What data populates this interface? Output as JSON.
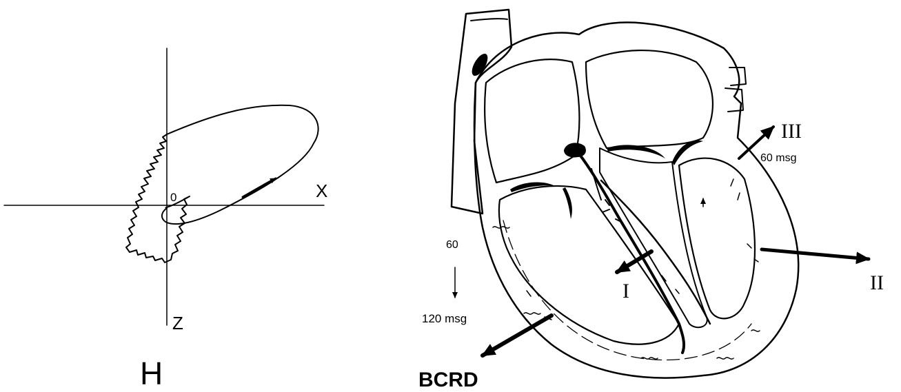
{
  "left_panel": {
    "origin_label": "0",
    "x_axis_label": "X",
    "z_axis_label": "Z",
    "plane_label": "H"
  },
  "right_panel": {
    "vector_I_label": "I",
    "vector_II_label": "II",
    "vector_III_label": "III",
    "vector_III_time": "60 msg",
    "start_time": "60",
    "end_time": "120 msg",
    "block_label": "BCRD"
  }
}
